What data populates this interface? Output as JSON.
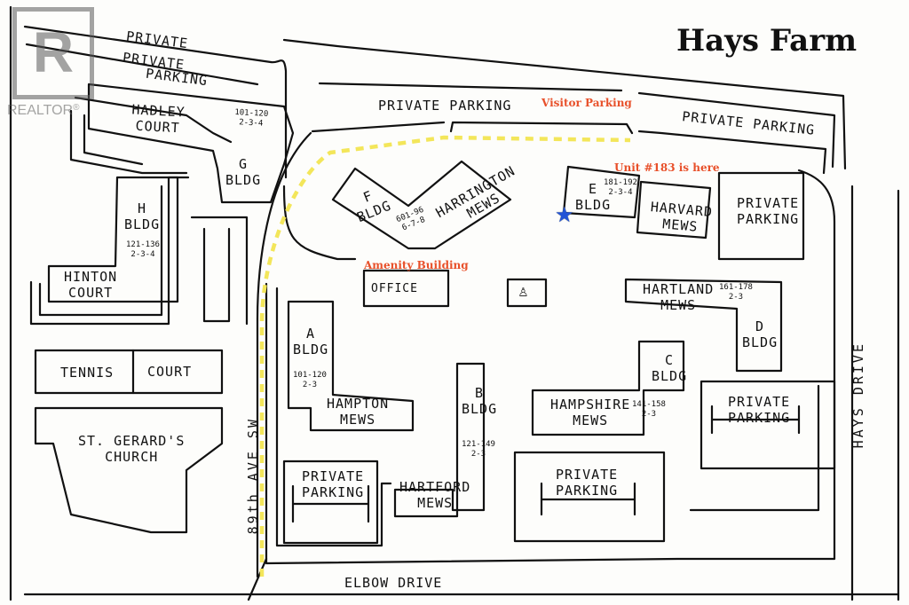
{
  "map": {
    "title": "Hays Farm",
    "watermark": {
      "logo_letter": "R",
      "brand": "REALTOR",
      "mark": "®"
    },
    "annotations": {
      "visitor_parking": "Visitor Parking",
      "unit_note": "Unit #183 is here",
      "amenity_building": "Amenity Building"
    },
    "colors": {
      "annotation": "#e8502a",
      "route_dash": "#f3e65a",
      "unit_star": "#2253d6",
      "outline": "#111111"
    },
    "icons": {
      "unit_marker": "star-icon",
      "amenity": "person-icon"
    },
    "parking": {
      "private_top_left": "PRIVATE",
      "private_parking_top_left_1": "PRIVATE",
      "private_parking_top_left_2": "PARKING",
      "private_parking_top_center": "PRIVATE  PARKING",
      "private_parking_top_right": "PRIVATE  PARKING",
      "private_parking_right": "PRIVATE\nPARKING",
      "private_parking_lower_right": "PRIVATE\nPARKING",
      "private_parking_bottom_center": "PRIVATE\nPARKING",
      "private_parking_bottom_left": "PRIVATE\nPARKING"
    },
    "buildings": {
      "hadley": {
        "name": "HADLEY\nCOURT",
        "units": "101-120\n2-3-4"
      },
      "g": {
        "name": "G\nBLDG"
      },
      "h": {
        "name": "H\nBLDG",
        "units": "121-136\n2-3-4"
      },
      "hinton": {
        "name": "HINTON\nCOURT"
      },
      "f": {
        "name": "F\nBLDG",
        "units": "601-96\n6-7-8"
      },
      "harrington": {
        "name": "HARRINGTON\nMEWS"
      },
      "e": {
        "name": "E\nBLDG",
        "units": "181-192\n2-3-4"
      },
      "harvard": {
        "name": "HARVARD\nMEWS"
      },
      "office": {
        "name": "OFFICE"
      },
      "hartland": {
        "name": "HARTLAND\nMEWS",
        "units": "161-178\n2-3"
      },
      "d": {
        "name": "D\nBLDG"
      },
      "a": {
        "name": "A\nBLDG",
        "units": "101-120\n2-3"
      },
      "hampton": {
        "name": "HAMPTON\nMEWS"
      },
      "b": {
        "name": "B\nBLDG",
        "units": "121-149\n2-3"
      },
      "hartford": {
        "name": "HARTFORD\nMEWS"
      },
      "c": {
        "name": "C\nBLDG"
      },
      "hampshire": {
        "name": "HAMPSHIRE\nMEWS",
        "units": "141-158\n2-3"
      },
      "tennis_1": "TENNIS",
      "tennis_2": "COURT",
      "church": "ST. GERARD'S\nCHURCH"
    },
    "streets": {
      "avenue_89": "89th AVE SW",
      "elbow": "ELBOW  DRIVE",
      "hays": "HAYS  DRIVE"
    }
  }
}
